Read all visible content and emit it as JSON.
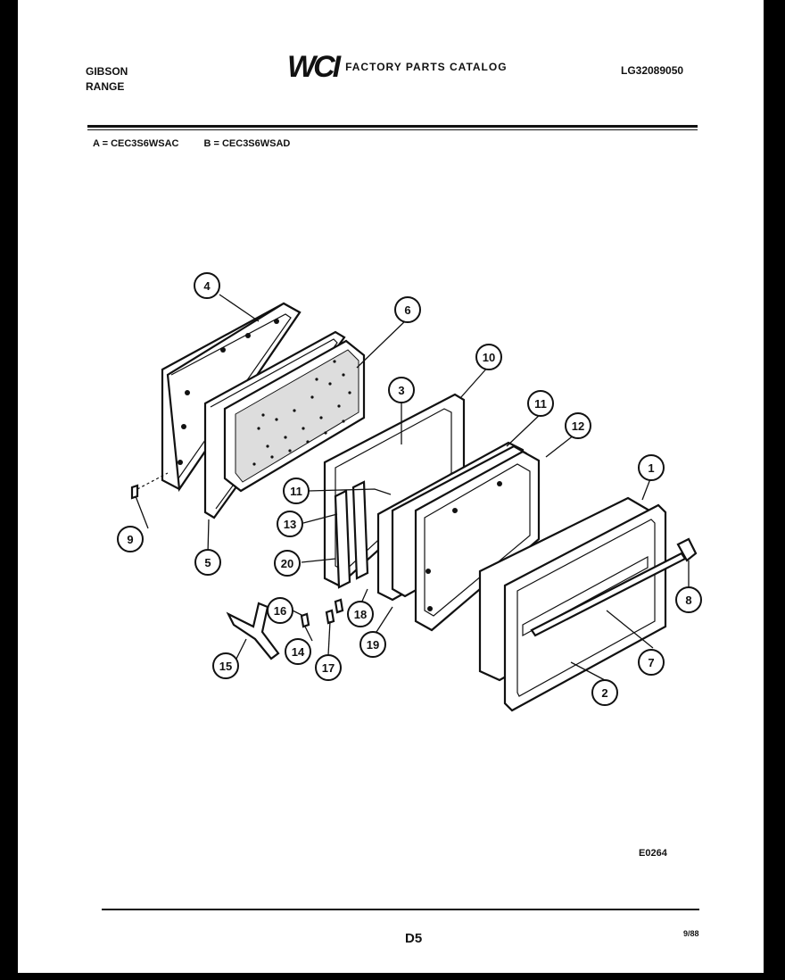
{
  "header": {
    "brand_line1": "GIBSON",
    "brand_line2": "RANGE",
    "logo": "WCI",
    "catalog_title": "FACTORY PARTS CATALOG",
    "doc_number": "LG32089050"
  },
  "models": {
    "a": "A = CEC3S6WSAC",
    "b": "B = CEC3S6WSAD"
  },
  "callouts": [
    {
      "id": "4",
      "label": "4"
    },
    {
      "id": "6",
      "label": "6"
    },
    {
      "id": "10",
      "label": "10"
    },
    {
      "id": "3",
      "label": "3"
    },
    {
      "id": "11a",
      "label": "11"
    },
    {
      "id": "12",
      "label": "12"
    },
    {
      "id": "1",
      "label": "1"
    },
    {
      "id": "11b",
      "label": "11"
    },
    {
      "id": "13",
      "label": "13"
    },
    {
      "id": "20",
      "label": "20"
    },
    {
      "id": "9",
      "label": "9"
    },
    {
      "id": "5",
      "label": "5"
    },
    {
      "id": "8",
      "label": "8"
    },
    {
      "id": "16",
      "label": "16"
    },
    {
      "id": "18",
      "label": "18"
    },
    {
      "id": "14",
      "label": "14"
    },
    {
      "id": "15",
      "label": "15"
    },
    {
      "id": "17",
      "label": "17"
    },
    {
      "id": "19",
      "label": "19"
    },
    {
      "id": "7",
      "label": "7"
    },
    {
      "id": "2",
      "label": "2"
    }
  ],
  "footer": {
    "figure_code": "E0264",
    "page": "D5",
    "date": "9/88"
  }
}
